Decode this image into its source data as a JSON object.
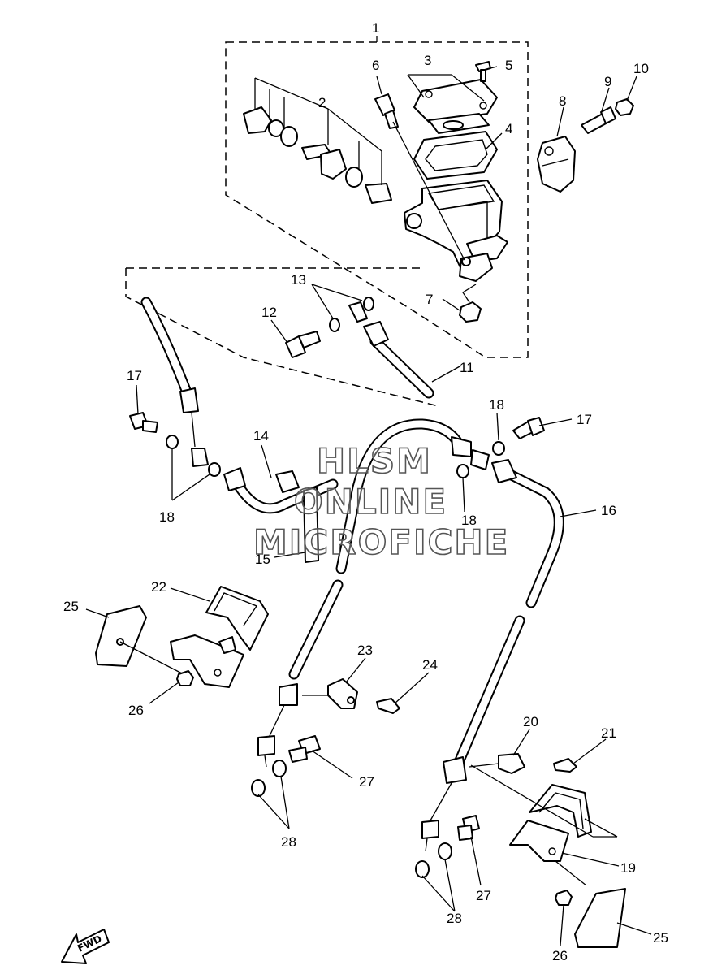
{
  "callouts": [
    "1",
    "2",
    "3",
    "4",
    "5",
    "6",
    "7",
    "8",
    "9",
    "10",
    "11",
    "12",
    "13",
    "14",
    "15",
    "16",
    "17",
    "17",
    "18",
    "18",
    "18",
    "19",
    "20",
    "21",
    "22",
    "23",
    "24",
    "25",
    "25",
    "26",
    "26",
    "27",
    "27",
    "28",
    "28"
  ],
  "watermark": {
    "line1": "HLSM",
    "line2": "ONLINE",
    "line3": "MICROFICHE"
  },
  "fwd_label": "FWD"
}
